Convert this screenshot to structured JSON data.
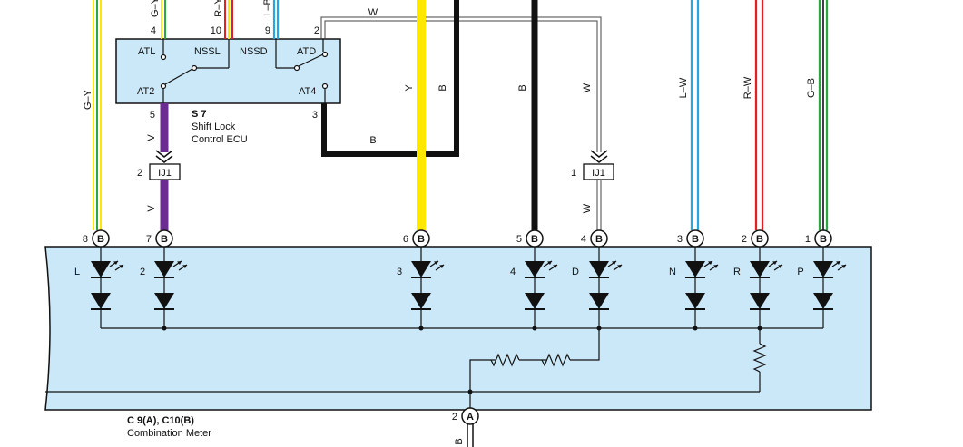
{
  "ecu": {
    "code": "S 7",
    "name_line1": "Shift Lock",
    "name_line2": "Control ECU",
    "terminals": {
      "atl": "ATL",
      "nssl": "NSSL",
      "nssd": "NSSD",
      "atd": "ATD",
      "at2": "AT2",
      "at4": "AT4"
    },
    "top_pins": {
      "atl": "4",
      "nssl": "10",
      "nssd": "9",
      "atd": "2"
    },
    "bottom_pins": {
      "at2": "5",
      "at4": "3"
    }
  },
  "meter": {
    "code_line": "C 9(A), C10(B)",
    "name": "Combination Meter",
    "ground_pin": "2",
    "ground_conn": "A",
    "conn_label": "B",
    "pins": [
      "8",
      "7",
      "6",
      "5",
      "4",
      "3",
      "2",
      "1"
    ],
    "led_labels": [
      "L",
      "2",
      "3",
      "4",
      "D",
      "N",
      "R",
      "P"
    ]
  },
  "junction": {
    "label": "IJ1",
    "pin_left": "2",
    "pin_right": "1"
  },
  "wires": {
    "gy": "G–Y",
    "gy_top": "G–Y",
    "ry_top": "R–Y",
    "lb_top": "L–B",
    "v": "V",
    "y": "Y",
    "b": "B",
    "w": "W",
    "lw": "L–W",
    "rw": "R–W",
    "gb": "G–B",
    "ground_b": "B"
  },
  "colors": {
    "panel": "#cbe8f8",
    "yellow": "#ffe800",
    "green": "#2ca640",
    "violet": "#6a2c91",
    "red": "#e31e24",
    "blue": "#27a7e1",
    "black": "#111111"
  }
}
